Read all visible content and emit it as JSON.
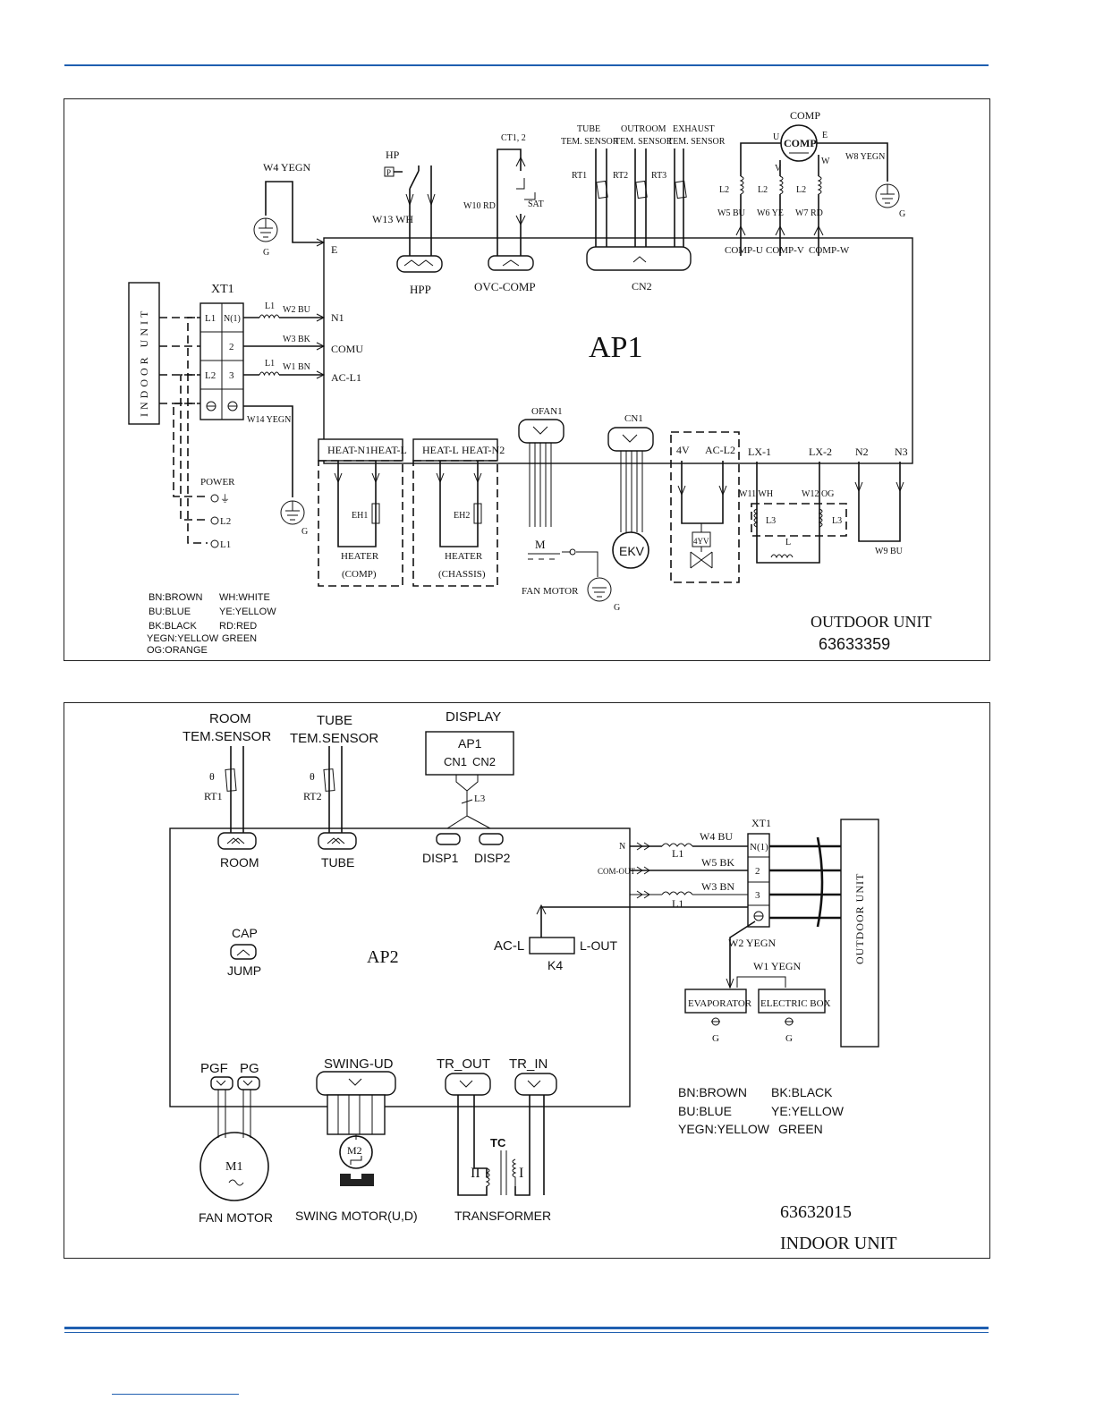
{
  "colors": {
    "rule": "#1f5fb0",
    "ink": "#111111"
  },
  "outdoor": {
    "board": "AP1",
    "part_number": "63633359",
    "unit_label": "OUTDOOR UNIT",
    "indoor_unit_label": "INDOOR UNIT",
    "xt1": "XT1",
    "terminals": [
      "L1",
      "N(1)",
      "2",
      "L2",
      "3"
    ],
    "board_pins": {
      "e": "E",
      "n1": "N1",
      "comu": "COMU",
      "acl1": "AC-L1"
    },
    "wires": {
      "w2": "W2 BU",
      "w3": "W3 BK",
      "w1": "W1 BN",
      "w14": "W14 YEGN",
      "w4": "W4 YEGN",
      "w13": "W13 WH",
      "w10": "W10 RD",
      "w8": "W8 YEGN",
      "w5": "W5 BU",
      "w6": "W6 YE",
      "w7": "W7 RD",
      "w11": "W11 WH",
      "w12": "W12 OG",
      "w9": "W9 BU"
    },
    "inductors": {
      "l1": "L1",
      "l2": "L2",
      "l3": "L3",
      "l": "L"
    },
    "ground": "G",
    "hp": "HP",
    "hp_p": "P",
    "hpp": "HPP",
    "ct": "CT1, 2",
    "sat": "SAT",
    "ovc": "OVC-COMP",
    "sensors": [
      "TUBE\nTEM. SENSOR",
      "OUTROOM\nTEM. SENSOR",
      "EXHAUST\nTEM. SENSOR"
    ],
    "sensor_line1": [
      "TUBE",
      "OUTROOM",
      "EXHAUST"
    ],
    "sensor_line2": [
      "TEM. SENSOR",
      "TEM. SENSOR",
      "TEM. SENSOR"
    ],
    "rt": [
      "RT1",
      "RT2",
      "RT3"
    ],
    "cn2": "CN2",
    "comp_title": "COMP",
    "comp_inner": "COMP",
    "comp_pins": {
      "u": "U",
      "v": "V",
      "w": "W",
      "e": "E"
    },
    "comp_terms": [
      "COMP-U",
      "COMP-V",
      "COMP-W"
    ],
    "heat_pins": {
      "a": "HEAT-N1",
      "b": "HEAT-L",
      "c": "HEAT-L",
      "d": "HEAT-N2"
    },
    "eh1": "EH1",
    "eh2": "EH2",
    "heater1": [
      "HEATER",
      "(COMP)"
    ],
    "heater2": [
      "HEATER",
      "(CHASSIS)"
    ],
    "ofan": "OFAN1",
    "fan_m": "M",
    "fan_motor": "FAN MOTOR",
    "cn1": "CN1",
    "ekv": "EKV",
    "four_v": "4V",
    "acl2": "AC-L2",
    "fouryv": "4YV",
    "lx1": "LX-1",
    "lx2": "LX-2",
    "n2": "N2",
    "n3": "N3",
    "power": "POWER",
    "power_terms": [
      "L2",
      "L1"
    ],
    "legend": [
      [
        "BN:BROWN",
        "WH:WHITE"
      ],
      [
        "BU:BLUE",
        "YE:YELLOW"
      ],
      [
        "BK:BLACK",
        "RD:RED"
      ],
      [
        "YEGN:YELLOW",
        "GREEN"
      ],
      [
        "OG:ORANGE",
        ""
      ]
    ]
  },
  "indoor": {
    "board": "AP2",
    "part_number": "63632015",
    "unit_label": "INDOOR UNIT",
    "outdoor_unit_label": "OUTDOOR UNIT",
    "room_sensor": [
      "ROOM",
      "TEM.SENSOR"
    ],
    "tube_sensor": [
      "TUBE",
      "TEM.SENSOR"
    ],
    "theta": "θ",
    "rt": [
      "RT1",
      "RT2"
    ],
    "room": "ROOM",
    "tube": "TUBE",
    "display": "DISPLAY",
    "ap1": "AP1",
    "cn1": "CN1",
    "cn2": "CN2",
    "l3": "L3",
    "disp1": "DISP1",
    "disp2": "DISP2",
    "n": "N",
    "comout": "COM-OUT",
    "wires": {
      "w4": "W4 BU",
      "w5": "W5 BK",
      "w3": "W3 BN",
      "w2": "W2 YEGN",
      "w1": "W1 YEGN"
    },
    "l1": "L1",
    "xt1": "XT1",
    "terminals": [
      "N(1)",
      "2",
      "3"
    ],
    "cap": "CAP",
    "jump": "JUMP",
    "acl": "AC-L",
    "lout": "L-OUT",
    "k4": "K4",
    "evaporator": "EVAPORATOR",
    "electric_box": "ELECTRIC BOX",
    "ground": "G",
    "pgf": "PGF",
    "pg": "PG",
    "swing": "SWING-UD",
    "tr_out": "TR_OUT",
    "tr_in": "TR_IN",
    "m1": "M1",
    "m2": "M2",
    "tc": "TC",
    "coil2": "II",
    "coil1": "I",
    "fan_motor": "FAN MOTOR",
    "swing_motor": "SWING MOTOR(U,D)",
    "transformer": "TRANSFORMER",
    "legend": [
      [
        "BN:BROWN",
        "BK:BLACK"
      ],
      [
        "BU:BLUE",
        "YE:YELLOW"
      ],
      [
        "YEGN:YELLOW",
        "GREEN"
      ]
    ]
  }
}
